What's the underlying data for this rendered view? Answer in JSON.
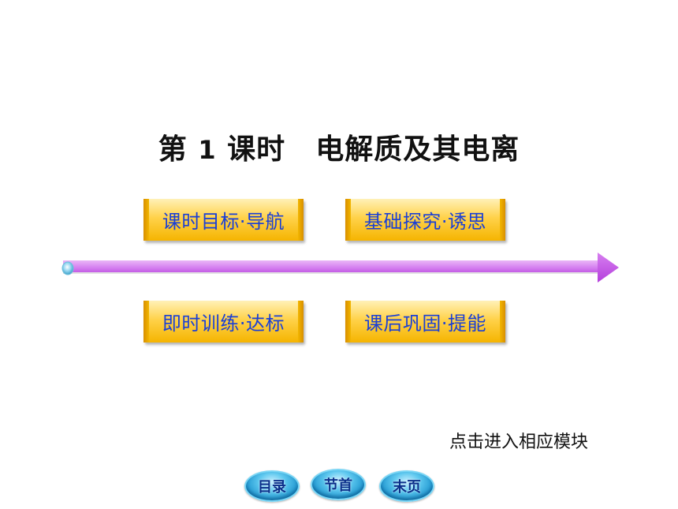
{
  "title": {
    "part1": "第",
    "number": "1",
    "part2": "课时",
    "topic": "电解质及其电离"
  },
  "modules": [
    {
      "label": "课时目标·导航"
    },
    {
      "label": "基础探究·诱思"
    },
    {
      "label": "即时训练·达标"
    },
    {
      "label": "课后巩固·提能"
    }
  ],
  "hint": "点击进入相应模块",
  "footer_nav": [
    {
      "label": "目录"
    },
    {
      "label": "节首"
    },
    {
      "label": "末页"
    }
  ],
  "colors": {
    "module_text": "#1a3fd6",
    "module_gold": "#ffd24a",
    "arrow_purple": "#c84bea",
    "nav_blue": "#1d95cf"
  }
}
